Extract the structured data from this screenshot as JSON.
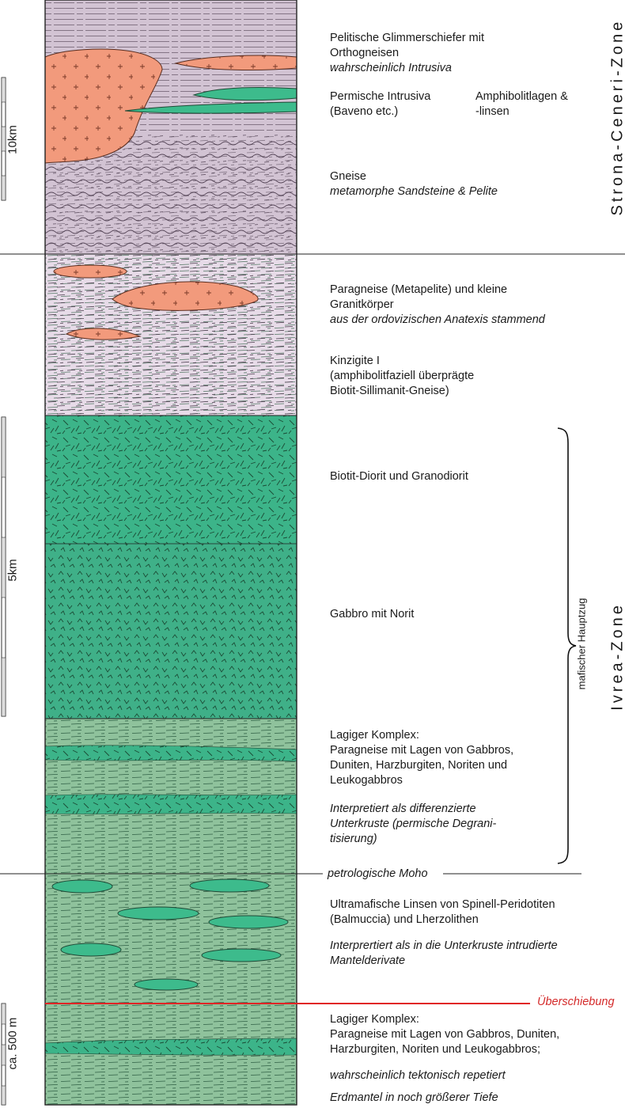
{
  "scale_labels": {
    "ten_km": "10km",
    "five_km": "5km",
    "half_km": "ca. 500 m"
  },
  "zones": {
    "strona": "Strona-Ceneri-Zone",
    "ivrea": "Ivrea-Zone",
    "mafic": "mafischer Hauptzug"
  },
  "units": {
    "pelitic": {
      "line1": "Pelitische Glimmerschiefer mit",
      "line2": "Orthogneisen",
      "note": "wahrscheinlich Intrusiva"
    },
    "permian": {
      "line1": "Permische Intrusiva",
      "line2": "(Baveno etc.)"
    },
    "amphibolite": {
      "line1": "Amphibolitlagen &",
      "line2": "-linsen"
    },
    "gneiss": {
      "line1": "Gneise",
      "note": "metamorphe Sandsteine & Pelite"
    },
    "paragneiss": {
      "line1": "Paragneise (Metapelite) und kleine",
      "line2": "Granitkörper",
      "note": "aus der ordovizischen Anatexis stammend"
    },
    "kinzigite": {
      "line1": "Kinzigite I",
      "line2": "(amphibolitfaziell überprägte",
      "line3": "Biotit-Sillimanit-Gneise)"
    },
    "diorite": {
      "line1": "Biotit-Diorit und Granodiorit"
    },
    "gabbro": {
      "line1": "Gabbro mit Norit"
    },
    "layered": {
      "line1": "Lagiger Komplex:",
      "line2": "Paragneise mit Lagen von Gabbros,",
      "line3": "Duniten, Harzburgiten, Noriten und",
      "line4": "Leukogabbros",
      "note1": "Interpretiert als differenzierte",
      "note2": "Unterkruste (permische Degrani-",
      "note3": "tisierung)"
    },
    "moho": {
      "label": "petrologische Moho"
    },
    "ultramafic": {
      "line1": "Ultramafische Linsen von Spinell-Peridotiten",
      "line2": "(Balmuccia) und Lherzolithen",
      "note1": "Interprertiert als in die Unterkruste intrudierte",
      "note2": "Mantelderivate"
    },
    "thrust": {
      "label": "Überschiebung"
    },
    "layered2": {
      "line1": "Lagiger Komplex:",
      "line2": "Paragneise mit Lagen von Gabbros, Duniten,",
      "line3": "Harzburgiten, Noriten und Leukogabbros;",
      "note1": "wahrscheinlich tektonisch repetiert",
      "note2": "Erdmantel in noch größerer Tiefe"
    }
  },
  "colors": {
    "strona_bg": "#d2c3d3",
    "paragneiss_bg": "#e7dbe8",
    "diorite_bg": "#3cb489",
    "gabbro_bg": "#3fb088",
    "layered_bg": "#8fc29c",
    "lens": "#3dbb8c",
    "granite": "#f29a7c",
    "thrust": "#e02525"
  }
}
